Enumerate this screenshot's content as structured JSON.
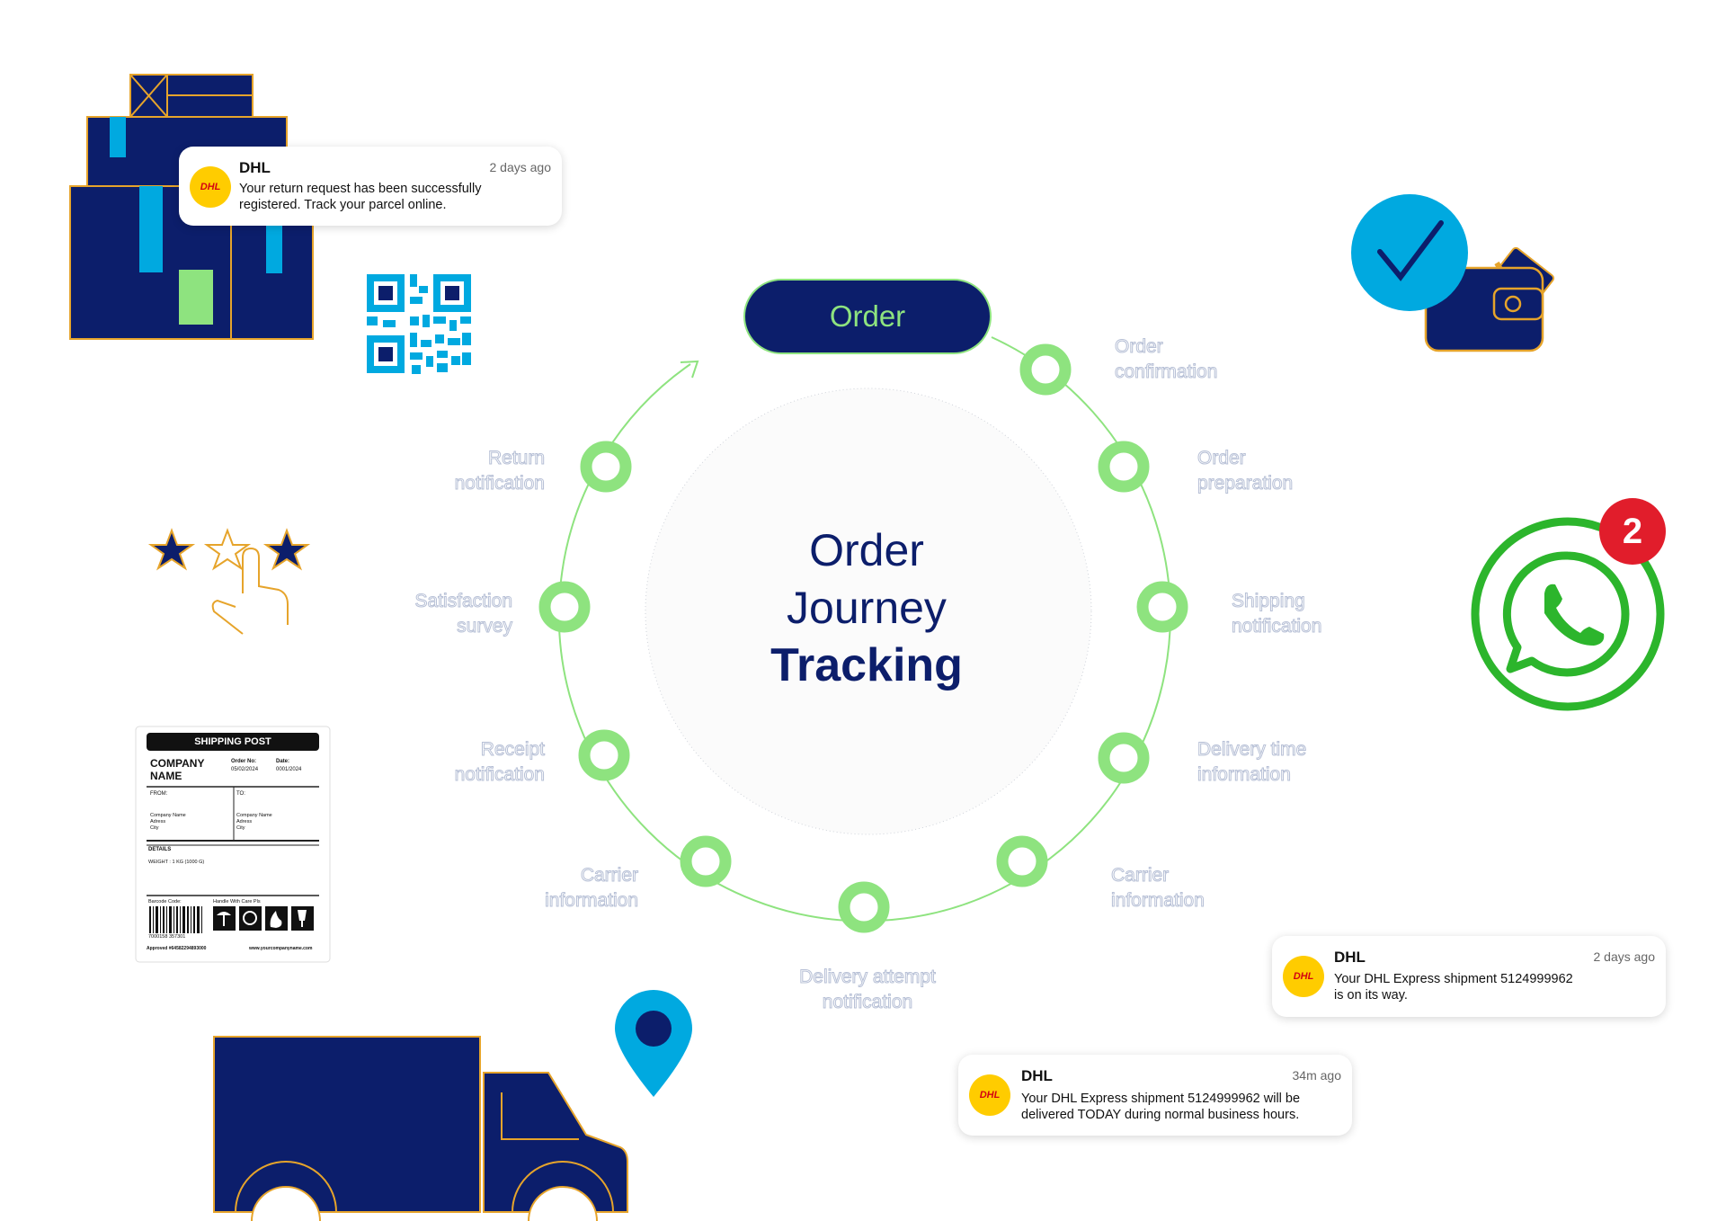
{
  "order_pill": {
    "label": "Order"
  },
  "center_title": {
    "line1": "Order",
    "line2": "Journey",
    "line3": "Tracking"
  },
  "steps": [
    {
      "id": "order-confirmation",
      "line1": "Order",
      "line2": "confirmation"
    },
    {
      "id": "order-preparation",
      "line1": "Order",
      "line2": "preparation"
    },
    {
      "id": "shipping-notification",
      "line1": "Shipping",
      "line2": "notification"
    },
    {
      "id": "delivery-time-information",
      "line1": "Delivery time",
      "line2": "information"
    },
    {
      "id": "carrier-information-right",
      "line1": "Carrier",
      "line2": "information"
    },
    {
      "id": "delivery-attempt-notification",
      "line1": "Delivery attempt",
      "line2": "notification"
    },
    {
      "id": "carrier-information-left",
      "line1": "Carrier",
      "line2": "information"
    },
    {
      "id": "receipt-notification",
      "line1": "Receipt",
      "line2": "notification"
    },
    {
      "id": "satisfaction-survey",
      "line1": "Satisfaction",
      "line2": "survey"
    },
    {
      "id": "return-notification",
      "line1": "Return",
      "line2": "notification"
    }
  ],
  "notifications": [
    {
      "logo": "DHL",
      "sender": "DHL",
      "time": "2 days ago",
      "line1": "Your return request has been successfully",
      "line2": "registered. Track your parcel online."
    },
    {
      "logo": "DHL",
      "sender": "DHL",
      "time": "2 days ago",
      "line1": "Your DHL Express shipment 5124999962",
      "line2": "is on its way."
    },
    {
      "logo": "DHL",
      "sender": "DHL",
      "time": "34m ago",
      "line1": "Your DHL Express shipment 5124999962 will be",
      "line2": "delivered TODAY during normal business hours."
    }
  ],
  "whatsapp": {
    "badge_count": "2"
  },
  "label_card": {
    "header": "SHIPPING POST",
    "company_line1": "COMPANY",
    "company_line2": "NAME",
    "order_no_label": "Order No:",
    "order_no_value": "05/02/2024",
    "date_label": "Date:",
    "date_value": "0001/2024",
    "from_label": "FROM:",
    "to_label": "TO:",
    "from_addr": [
      "Company Name",
      "Adress",
      "City"
    ],
    "to_addr": [
      "Company Name",
      "Adress",
      "City"
    ],
    "details_label": "DETAILS",
    "weight_text": "WEIGHT : 1 KG (1000 G)",
    "barcode_label": "Barcode Code:",
    "handle_label": "Handle With Care Pls",
    "barcode_number": "7000158  357301",
    "approved_text": "Approved #64582294893000",
    "website": "www.yourcompanyname.com"
  },
  "icons": [
    "box-stack-icon",
    "qr-code-icon",
    "check-wallet-icon",
    "rating-stars-icon",
    "whatsapp-icon",
    "location-pin-icon",
    "truck-icon",
    "dhl-logo-icon"
  ],
  "colors": {
    "navy": "#0c1e6b",
    "green": "#8ee37f",
    "cyan": "#00a9e0",
    "dhl_yellow": "#ffcc00",
    "dhl_red": "#d40511",
    "whatsapp_green": "#2cb52c",
    "badge_red": "#e11d2b",
    "orange_outline": "#e6a42b"
  }
}
